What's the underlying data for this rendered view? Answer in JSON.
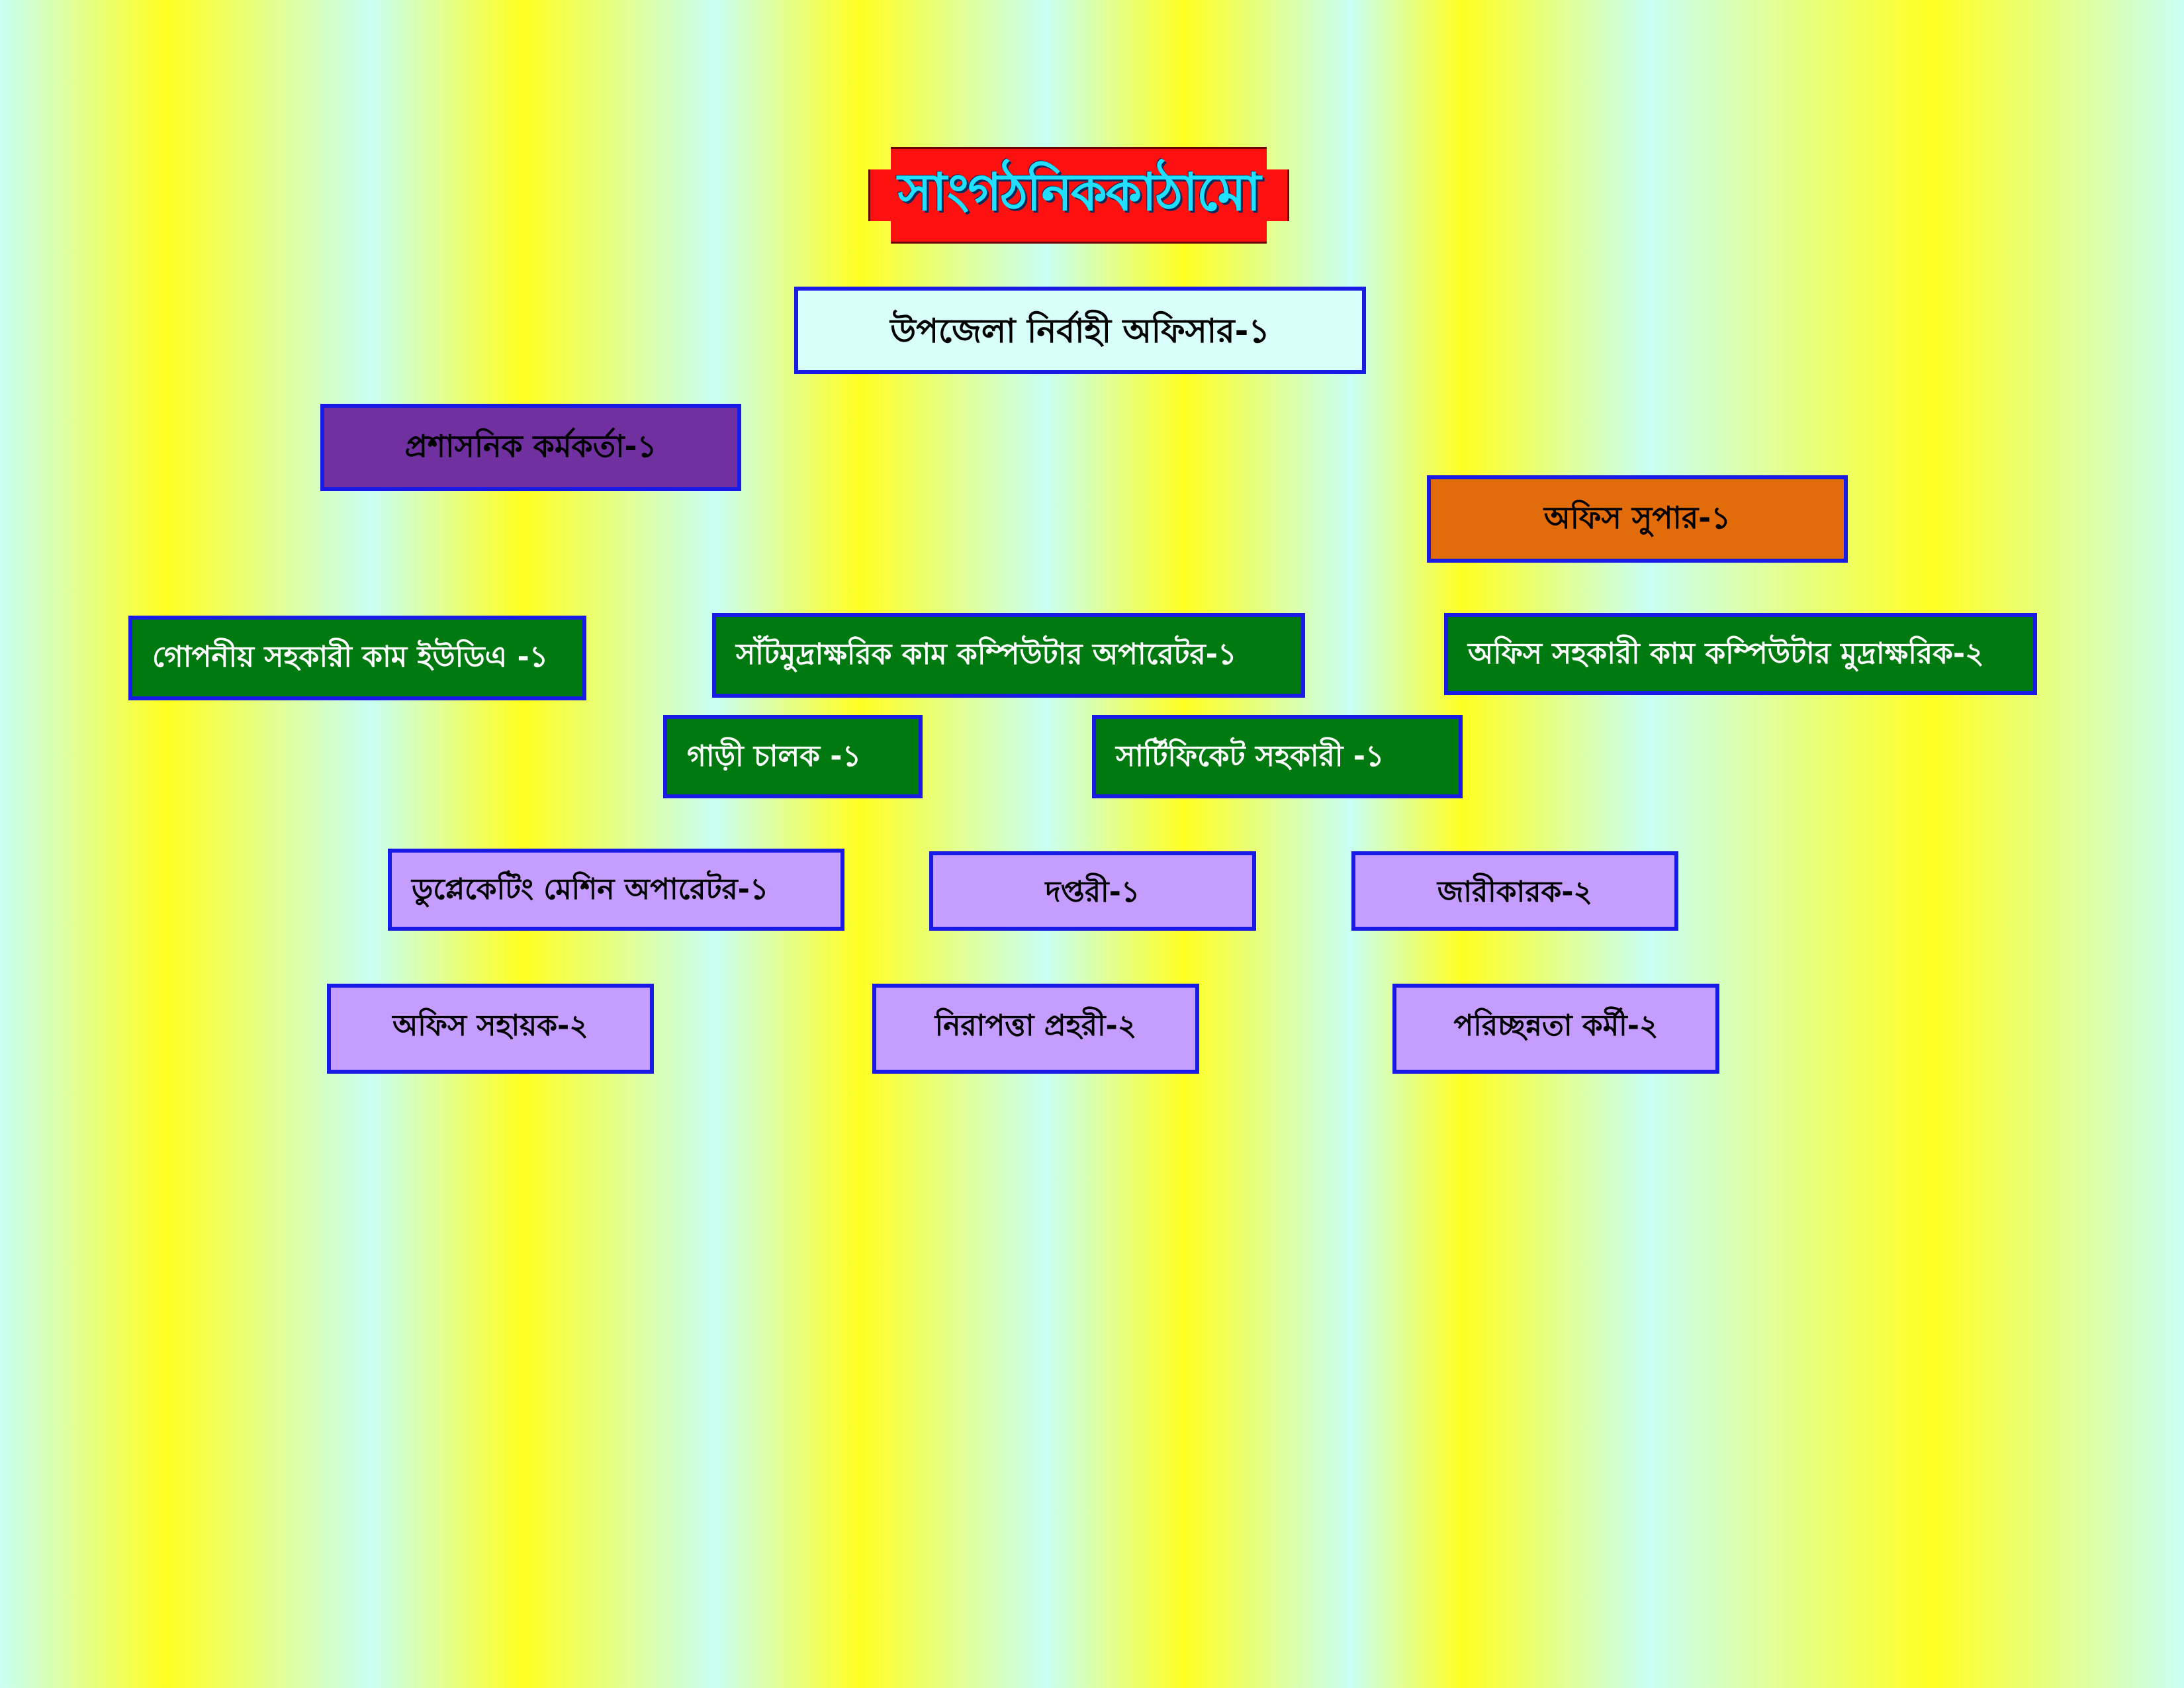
{
  "title": "সাংগঠনিককাঠামো",
  "nodes": [
    {
      "id": "uno",
      "label": "উপজেলা নির্বাহী অফিসার-১",
      "fill": "#d8fffa",
      "text": "#000000"
    },
    {
      "id": "admin-officer",
      "label": "প্রশাসনিক কর্মকর্তা-১",
      "fill": "#7030a0",
      "text": "#000000"
    },
    {
      "id": "office-super",
      "label": "অফিস সুপার-১",
      "fill": "#e36c0a",
      "text": "#000000"
    },
    {
      "id": "confidential-assistant",
      "label": "গোপনীয় সহকারী কাম ইউডিএ -১",
      "fill": "#007a10",
      "text": "#ffffff"
    },
    {
      "id": "stenographer",
      "label": "সাঁটমুদ্রাক্ষরিক কাম কম্পিউটার অপারেটর-১",
      "fill": "#007a10",
      "text": "#ffffff"
    },
    {
      "id": "office-assistant-typist",
      "label": "অফিস সহকারী কাম কম্পিউটার মুদ্রাক্ষরিক-২",
      "fill": "#007a10",
      "text": "#ffffff"
    },
    {
      "id": "driver",
      "label": "গাড়ী চালক -১",
      "fill": "#007a10",
      "text": "#ffffff"
    },
    {
      "id": "certificate-assistant",
      "label": "সার্টিফিকেট সহকারী -১",
      "fill": "#007a10",
      "text": "#ffffff"
    },
    {
      "id": "duplicating-operator",
      "label": "ডুপ্লেকেটিং মেশিন অপারেটর-১",
      "fill": "#c59dff",
      "text": "#000000"
    },
    {
      "id": "daftari",
      "label": "দপ্তরী-১",
      "fill": "#c59dff",
      "text": "#000000"
    },
    {
      "id": "process-server",
      "label": "জারীকারক-২",
      "fill": "#c59dff",
      "text": "#000000"
    },
    {
      "id": "office-helper",
      "label": "অফিস সহায়ক-২",
      "fill": "#c59dff",
      "text": "#000000"
    },
    {
      "id": "security-guard",
      "label": "নিরাপত্তা প্রহরী-২",
      "fill": "#c59dff",
      "text": "#000000"
    },
    {
      "id": "cleaner",
      "label": "পরিচ্ছন্নতা কর্মী-২",
      "fill": "#c59dff",
      "text": "#000000"
    }
  ]
}
